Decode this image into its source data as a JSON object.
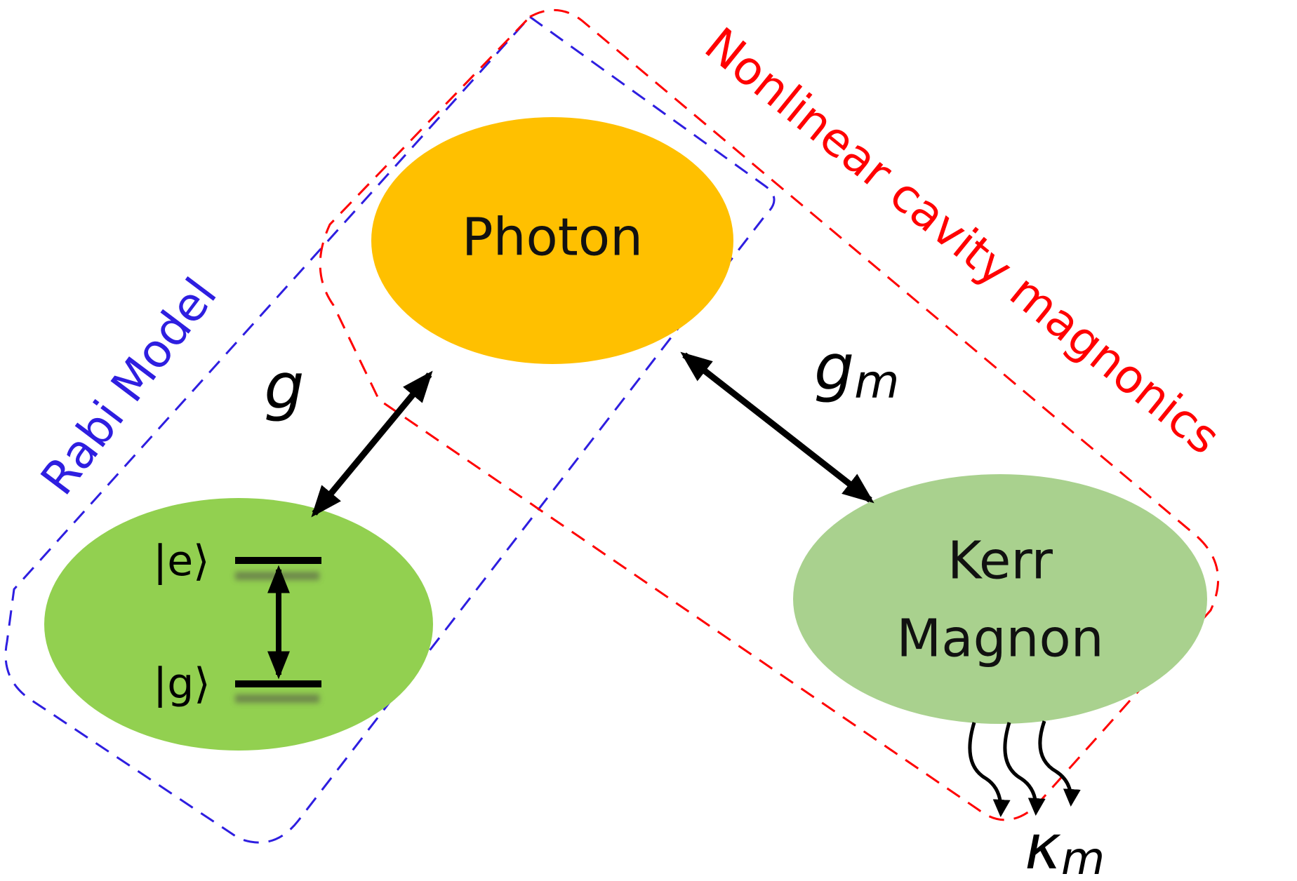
{
  "nodes": {
    "photon": {
      "label": "Photon",
      "color": "#FFC000"
    },
    "qubit": {
      "color": "#92D050"
    },
    "magnon": {
      "line1": "Kerr",
      "line2": "Magnon",
      "color": "#A9D18E"
    }
  },
  "qubit_levels": {
    "excited": "|e⟩",
    "ground": "|g⟩"
  },
  "regions": {
    "rabi": {
      "label": "Rabi Model",
      "color": "#2E1EE0"
    },
    "nonlinear": {
      "label": "Nonlinear cavity magnonics",
      "color": "#FF0000"
    }
  },
  "couplings": {
    "qubit_photon": {
      "symbol": "g"
    },
    "photon_magnon": {
      "symbol": "g",
      "subscript": "m"
    },
    "magnon_decay": {
      "symbol": "κ",
      "subscript": "m"
    }
  }
}
